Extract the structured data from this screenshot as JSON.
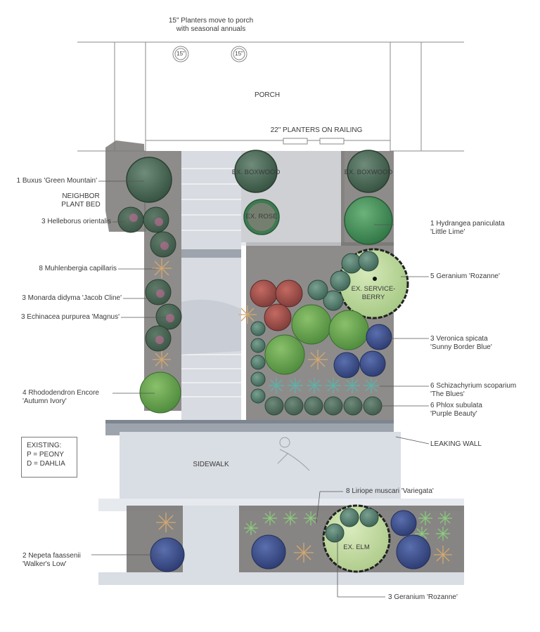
{
  "header_note": {
    "line1": "15\" Planters move to porch",
    "line2": "with seasonal annuals"
  },
  "planter_size_label": "15\"",
  "porch_label": "PORCH",
  "railing_note": "22\" PLANTERS ON RAILING",
  "sidewalk_label": "SIDEWALK",
  "neighbor_label": {
    "line1": "NEIGHBOR",
    "line2": "PLANT BED"
  },
  "tree_labels": {
    "boxwood": "EX. BOXWOOD",
    "rose": "EX. ROSE",
    "serviceberry_line1": "EX. SERVICE-",
    "serviceberry_line2": "BERRY",
    "elm": "EX. ELM"
  },
  "left_callouts": [
    {
      "line1": "1 Buxus 'Green Mountain'",
      "line2": ""
    },
    {
      "line1": "3 Helleborus orientalis",
      "line2": ""
    },
    {
      "line1": "8 Muhlenbergia capillaris",
      "line2": ""
    },
    {
      "line1": "3 Monarda didyma 'Jacob Cline'",
      "line2": ""
    },
    {
      "line1": "3 Echinacea purpurea 'Magnus'",
      "line2": ""
    },
    {
      "line1": "4 Rhododendron Encore",
      "line2": "'Autumn Ivory'"
    },
    {
      "line1": "2 Nepeta faassenii",
      "line2": "'Walker's Low'"
    }
  ],
  "right_callouts": [
    {
      "line1": "1 Hydrangea paniculata",
      "line2": "'Little Lime'"
    },
    {
      "line1": "5 Geranium 'Rozanne'",
      "line2": ""
    },
    {
      "line1": "3 Veronica spicata",
      "line2": "'Sunny Border Blue'"
    },
    {
      "line1": "6 Schizachyrium scoparium",
      "line2": "'The Blues'"
    },
    {
      "line1": "6 Phlox subulata",
      "line2": "'Purple Beauty'"
    },
    {
      "line1": "LEAKING WALL",
      "line2": ""
    }
  ],
  "bottom_callouts": {
    "liriope": "8 Liriope muscari 'Variegata'",
    "geranium": "3 Geranium 'Rozanne'"
  },
  "legend": {
    "title": "EXISTING:",
    "p": "P = PEONY",
    "d": "D = DAHLIA"
  },
  "colors": {
    "boxwood": "#4e6e5c",
    "rose_ring": "#2f6a44",
    "hydrangea": "#3e8a55",
    "serviceberry": "#bcd79a",
    "geranium": "#4a7a6a",
    "veronica": "#3b4d86",
    "hellebore": "#a55a82",
    "monarda": "#a8484a",
    "rhododendron": "#5e9e4a",
    "grass_pink": "#d4a870",
    "bluestem": "#5fb0a8",
    "phlox": "#6c5c8c",
    "soil": "#7a7876",
    "paving": "#d8dce2"
  }
}
